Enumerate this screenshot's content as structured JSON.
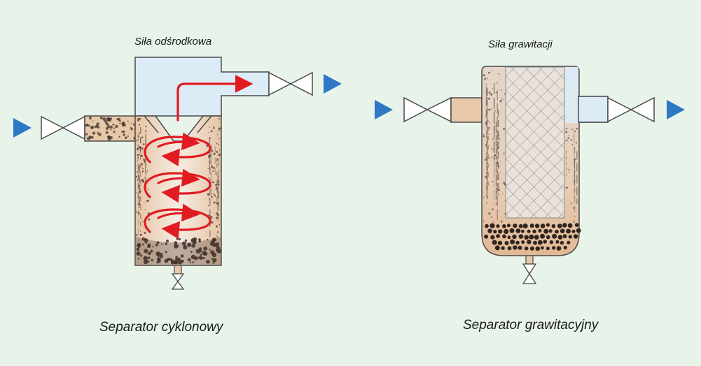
{
  "cyclone": {
    "force_label": "Siła odśrodkowa",
    "name": "Separator cyklonowy"
  },
  "gravity": {
    "force_label": "Siła grawitacji",
    "name": "Separator grawitacyjny"
  },
  "colors": {
    "background": "#e8f4ea",
    "vessel_fill": "#dcecf7",
    "outline": "#4a4a4a",
    "pipe_sand": "#e7c8a8",
    "particles": "#3e3129",
    "flow_arrow": "#e11b22",
    "direction_marker": "#2e78c4",
    "mesh": "#8a8a8a"
  },
  "icons": {
    "valve": "butterfly-valve-icon",
    "flow_marker": "blue-triangle-icon",
    "flow_arrow": "red-arrow-icon"
  }
}
